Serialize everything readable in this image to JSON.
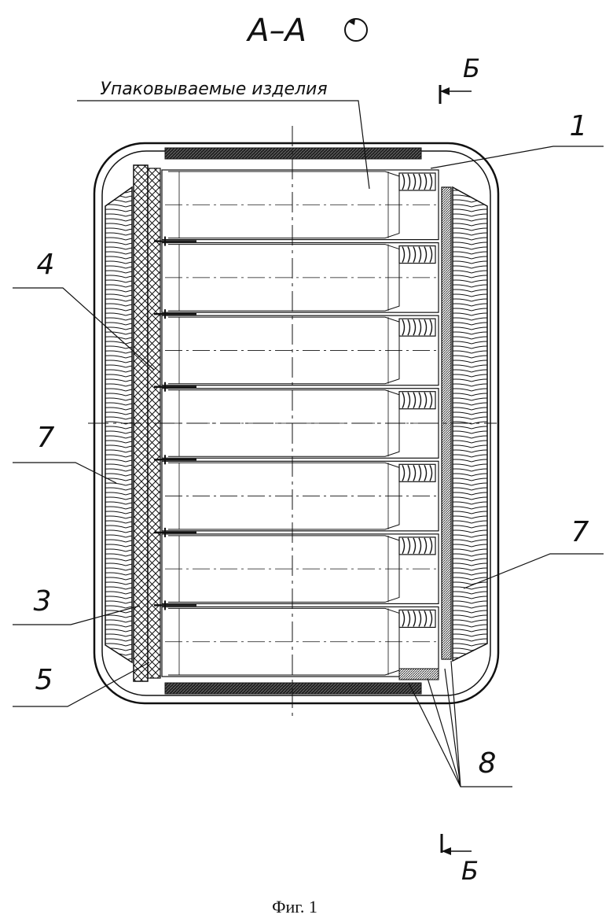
{
  "section_title": "А–А",
  "rotation_symbol": "rotation-icon",
  "section_mark_top": "Б",
  "section_mark_bottom": "Б",
  "products_label": "Упаковываемые изделия",
  "callouts": {
    "c1": "1",
    "c4": "4",
    "c7_left": "7",
    "c7_right": "7",
    "c3": "3",
    "c5": "5",
    "c8": "8"
  },
  "caption": "Фиг. 1",
  "product_rows": 7
}
